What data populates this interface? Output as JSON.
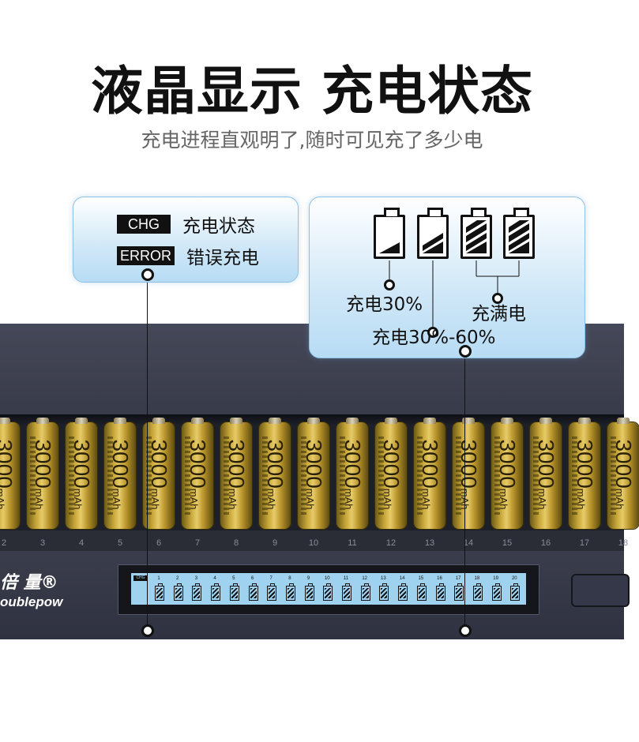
{
  "header": {
    "title": "液晶显示 充电状态",
    "subtitle": "充电进程直观明了,随时可见充了多少电"
  },
  "callout_status": {
    "rows": [
      {
        "tag": "CHG",
        "desc": "充电状态"
      },
      {
        "tag": "ERROR",
        "desc": "错误充电"
      }
    ]
  },
  "callout_levels": {
    "label_30": "充电30%",
    "label_30_60": "充电30%-60%",
    "label_full": "充满电",
    "icons": [
      "battery-30-icon",
      "battery-30-60-icon",
      "battery-full-icon",
      "battery-full-icon"
    ]
  },
  "device": {
    "brand_cn": "倍 量®",
    "brand_en": "oublepow",
    "battery_capacity": "3000",
    "battery_unit": "mAh",
    "visible_slots": [
      "2",
      "3",
      "4",
      "5",
      "6",
      "7",
      "8",
      "9",
      "10",
      "11",
      "12",
      "13",
      "14",
      "15",
      "16",
      "17",
      "18"
    ],
    "lcd_chg": "CHG",
    "lcd_channels": [
      "1",
      "2",
      "3",
      "4",
      "5",
      "6",
      "7",
      "8",
      "9",
      "10",
      "11",
      "12",
      "13",
      "14",
      "15",
      "16",
      "17",
      "18",
      "19",
      "20"
    ]
  },
  "colors": {
    "device_body": "#3c3f4e",
    "lcd_background": "#9fd2ee",
    "battery_gold": "#c9a83a",
    "callout_border": "#8cc1e6"
  }
}
